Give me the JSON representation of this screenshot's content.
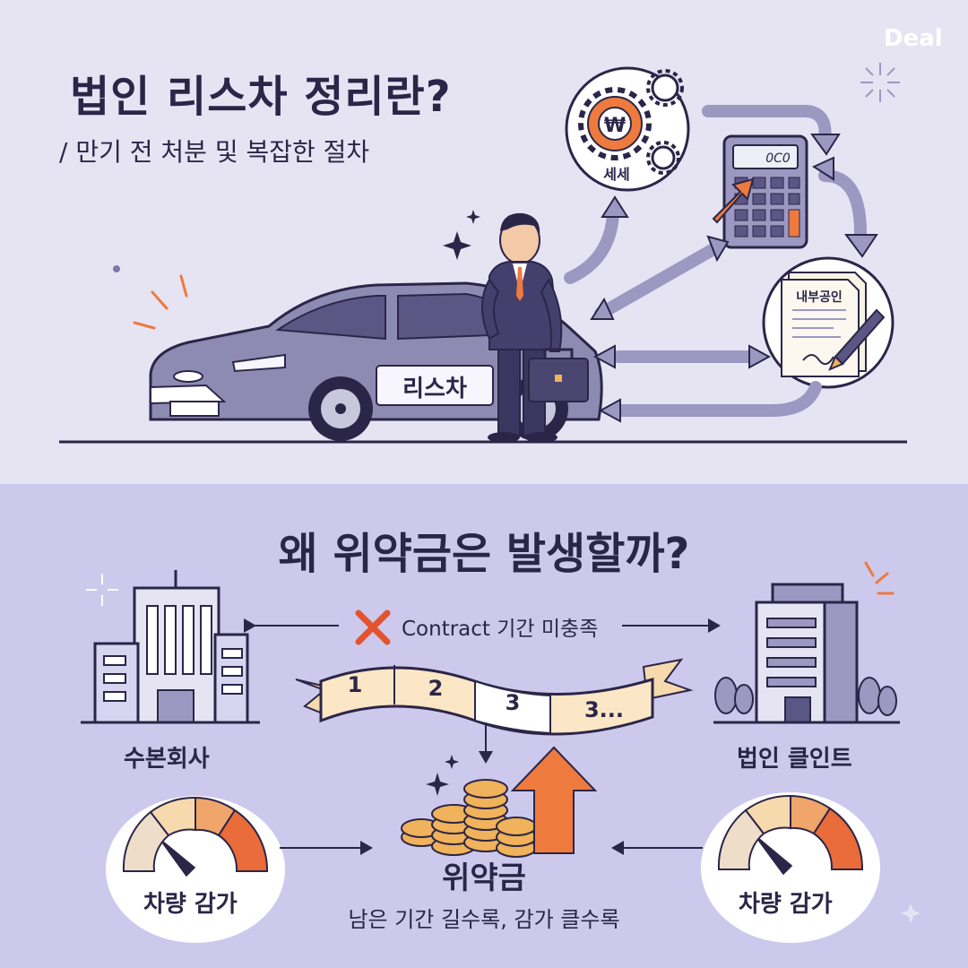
{
  "brand": {
    "logo": "Deal"
  },
  "section_top": {
    "title": "법인 리스차 정리란?",
    "subtitle": "/ 만기 전 처분 및 복잡한 절차",
    "car_label": "리스차",
    "tax_icon_label": "세세",
    "calculator_display": "0C0",
    "document_label": "내부공인",
    "currency_symbol": "₩"
  },
  "section_bottom": {
    "title": "왜 위약금은 발생할까?",
    "company_left": "수본회사",
    "company_right": "법인 클인트",
    "contract_text": "Contract 기간 미충족",
    "timeline": [
      "1",
      "2",
      "3",
      "3..."
    ],
    "penalty_title": "위약금",
    "penalty_desc": "남은 기간 길수록, 감가 클수록",
    "gauge_left_label": "차량 감가",
    "gauge_right_label": "차량 감가"
  },
  "colors": {
    "ink": "#2b2648",
    "top_bg": "#e6e4f3",
    "bottom_bg": "#ccc9ec",
    "accent_orange": "#ee7a3e",
    "gold": "#f0b25a",
    "car_body": "#8e8bb3",
    "arrow": "#9c98c2"
  },
  "icons": [
    "gear-icon",
    "calculator-icon",
    "document-icon",
    "pen-icon",
    "briefcase-icon",
    "building-icon",
    "coin-stack-icon",
    "gauge-icon",
    "x-mark-icon",
    "sparkle-icon"
  ]
}
